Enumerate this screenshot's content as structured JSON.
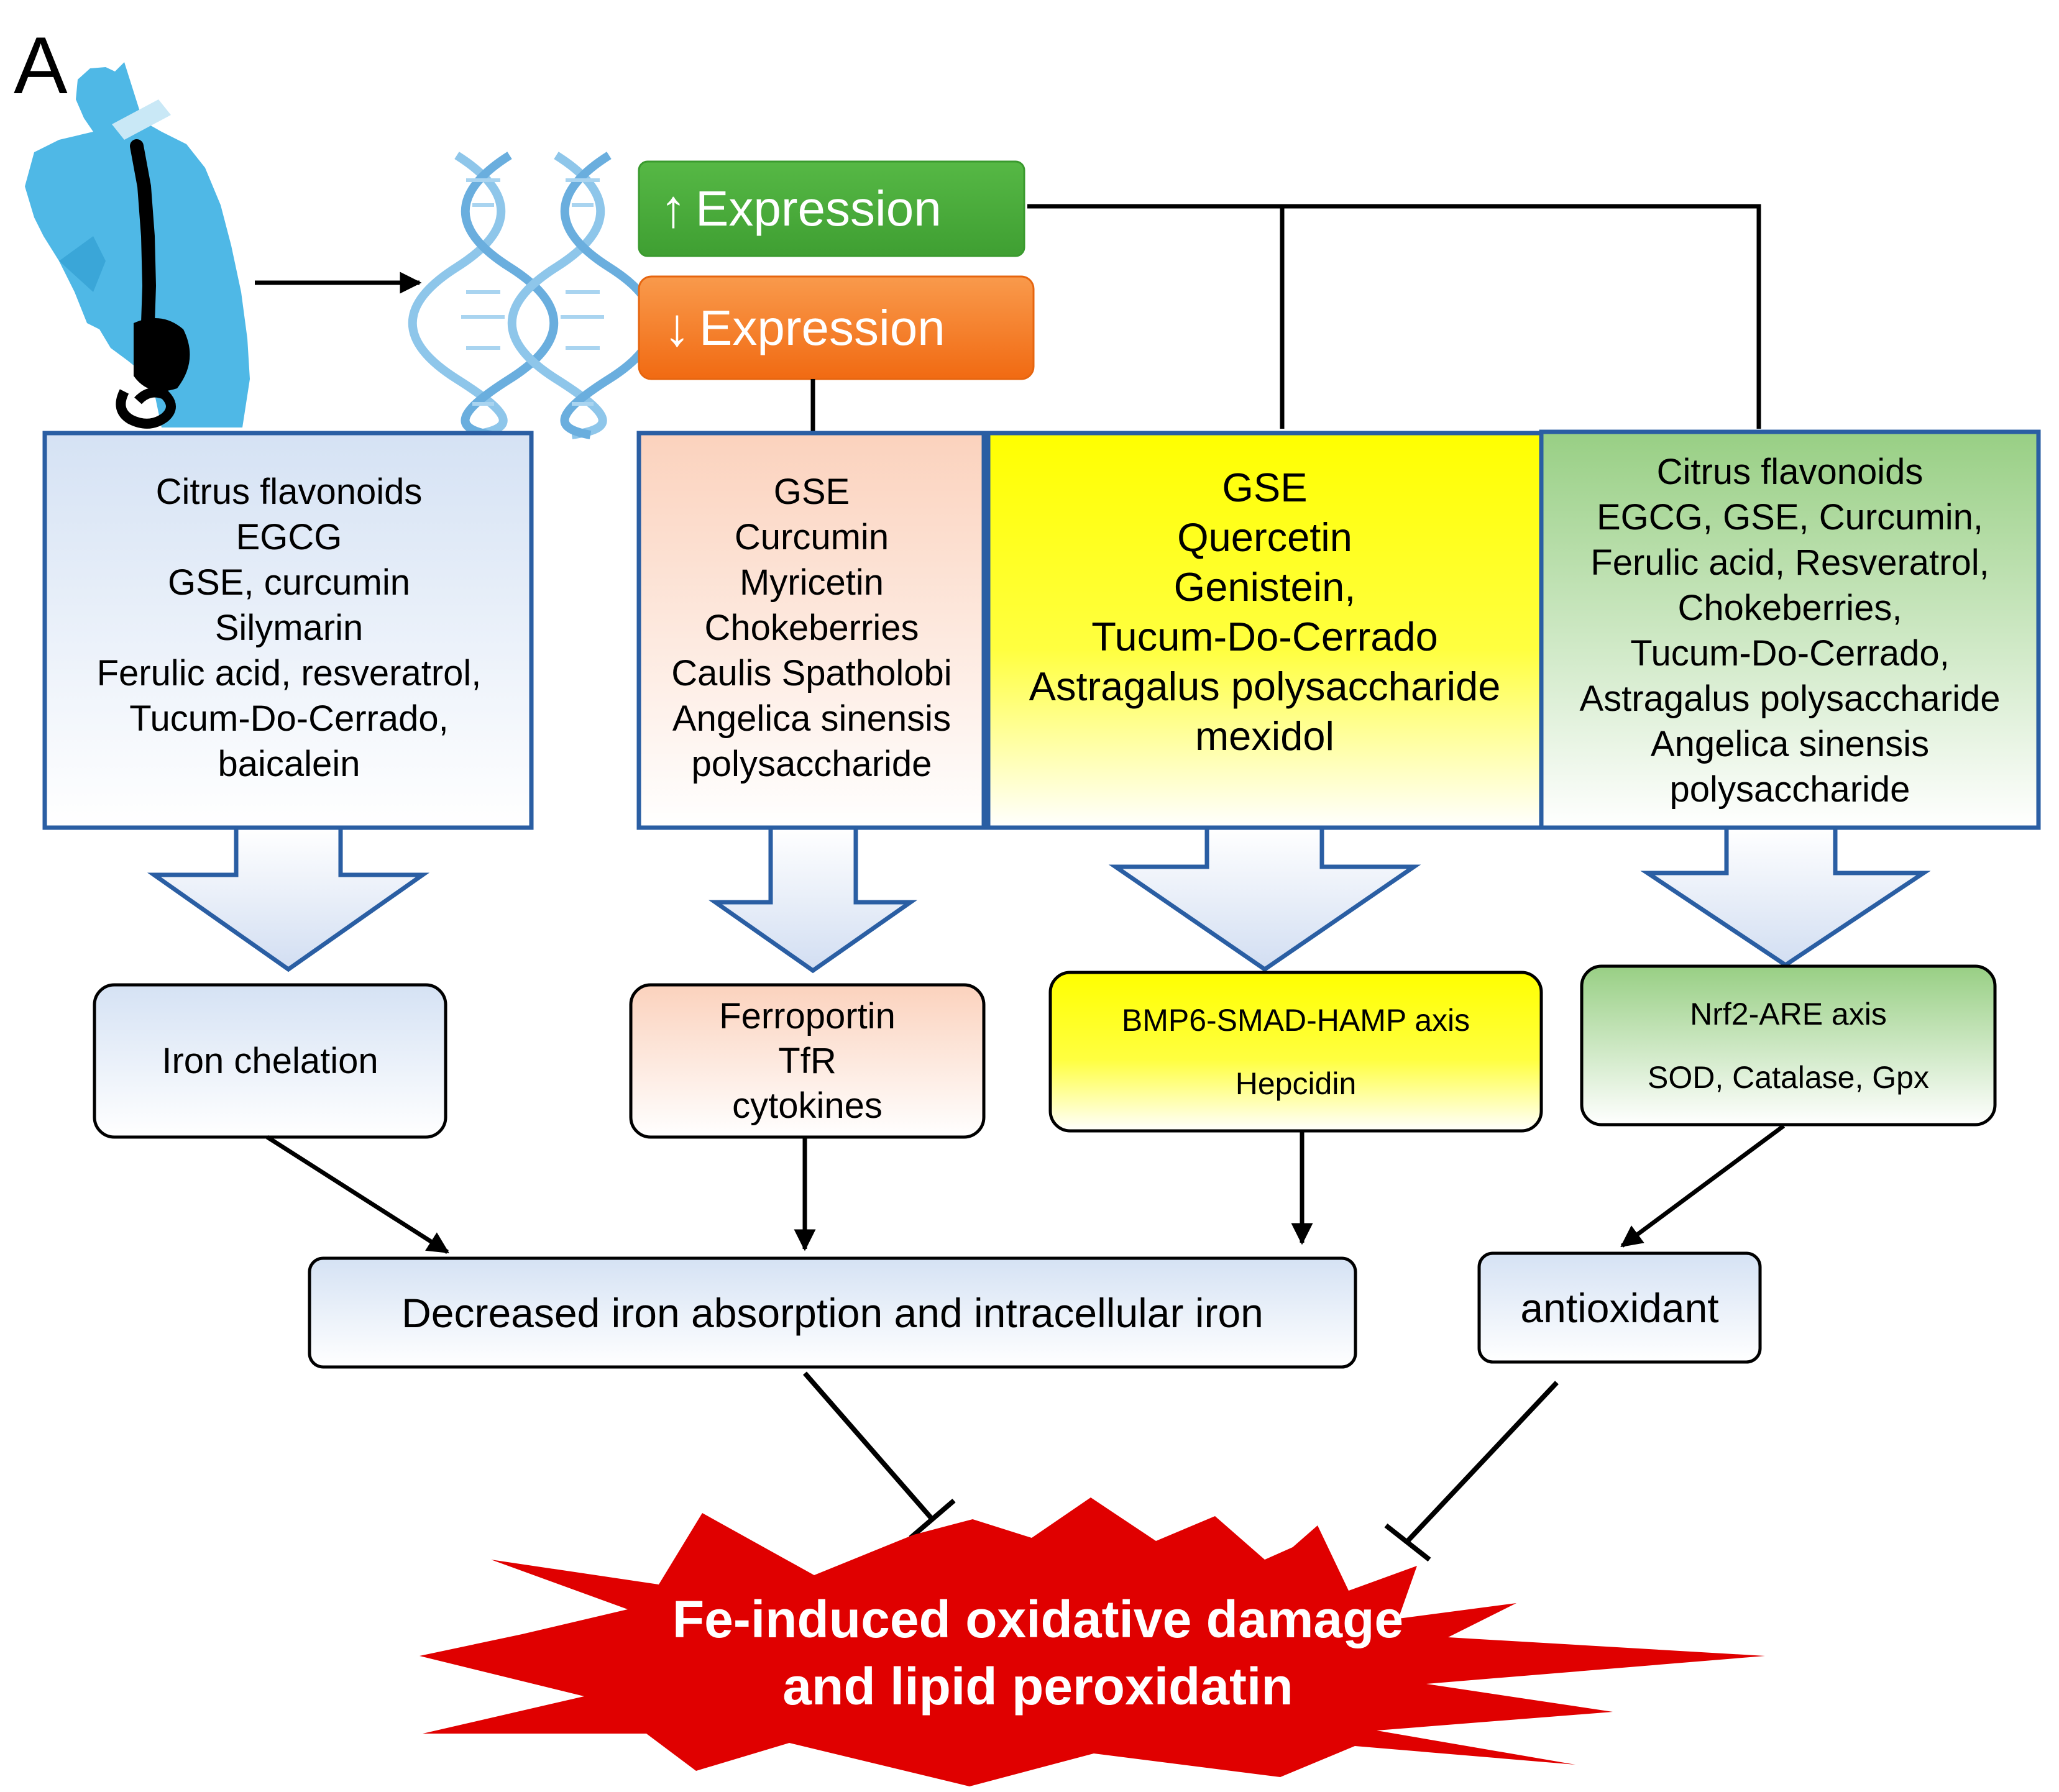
{
  "panel_label": "A",
  "expression": {
    "up_arrow": "↑",
    "up_label": "Expression",
    "down_arrow": "↓",
    "down_label": "Expression",
    "up_color": "#4aab3a",
    "down_color": "#f47a2a"
  },
  "compound_boxes": [
    {
      "lines": [
        "Citrus flavonoids",
        "EGCG",
        "GSE, curcumin",
        "Silymarin",
        "Ferulic acid, resveratrol,",
        "Tucum-Do-Cerrado,",
        "baicalein"
      ]
    },
    {
      "lines": [
        "GSE",
        "Curcumin",
        "Myricetin",
        "Chokeberries",
        "Caulis Spatholobi",
        "Angelica sinensis",
        "polysaccharide"
      ]
    },
    {
      "lines": [
        "GSE",
        "Quercetin",
        "Genistein,",
        "Tucum-Do-Cerrado",
        "Astragalus polysaccharide",
        "mexidol"
      ]
    },
    {
      "lines": [
        "Citrus flavonoids",
        "EGCG, GSE, Curcumin,",
        "Ferulic acid, Resveratrol,",
        "Chokeberries,",
        "Tucum-Do-Cerrado,",
        "Astragalus polysaccharide",
        "Angelica sinensis",
        "polysaccharide"
      ]
    }
  ],
  "mechanism_boxes": [
    {
      "lines": [
        "Iron chelation"
      ]
    },
    {
      "lines": [
        "Ferroportin",
        "TfR",
        "cytokines"
      ]
    },
    {
      "lines": [
        "BMP6-SMAD-HAMP  axis",
        "Hepcidin"
      ]
    },
    {
      "lines": [
        "Nrf2-ARE axis",
        "SOD, Catalase, Gpx"
      ]
    }
  ],
  "outcomes": {
    "iron": "Decreased iron absorption and intracellular iron",
    "antioxidant": "antioxidant"
  },
  "burst": {
    "line1": "Fe-induced oxidative damage",
    "line2": "and lipid peroxidatin",
    "color": "#e00000"
  },
  "colors": {
    "box_border": "#2a5ea3",
    "blue_fill": "#dde8f6",
    "peach_fill": "#fbd9c6",
    "yellow_fill": "#ffff00",
    "green_fill": "#9fd18d",
    "figure_blue": "#4fb8e6"
  }
}
